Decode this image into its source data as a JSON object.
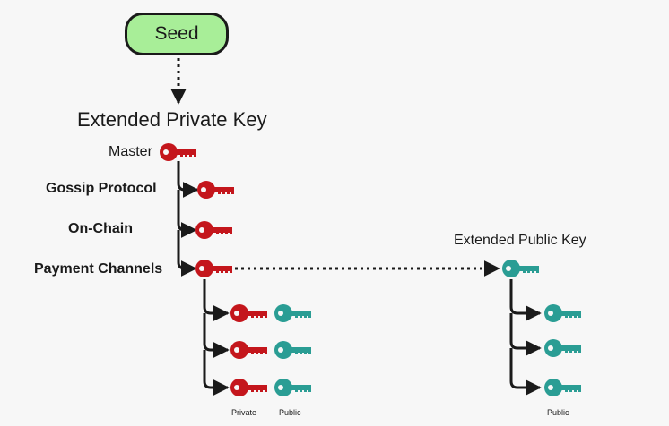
{
  "seed": {
    "label": "Seed"
  },
  "private_key": {
    "title": "Extended Private Key",
    "master_label": "Master",
    "children": [
      "Gossip Protocol",
      "On-Chain",
      "Payment Channels"
    ]
  },
  "public_key": {
    "title": "Extended Public Key"
  },
  "leaf_labels": {
    "private": "Private",
    "public": "Public"
  },
  "colors": {
    "private_key": "#c4161c",
    "public_key": "#2a9d94",
    "seed_fill": "#a8ee98",
    "line": "#1a1a1a"
  },
  "icons": {
    "private": "key-icon",
    "public": "key-icon"
  }
}
